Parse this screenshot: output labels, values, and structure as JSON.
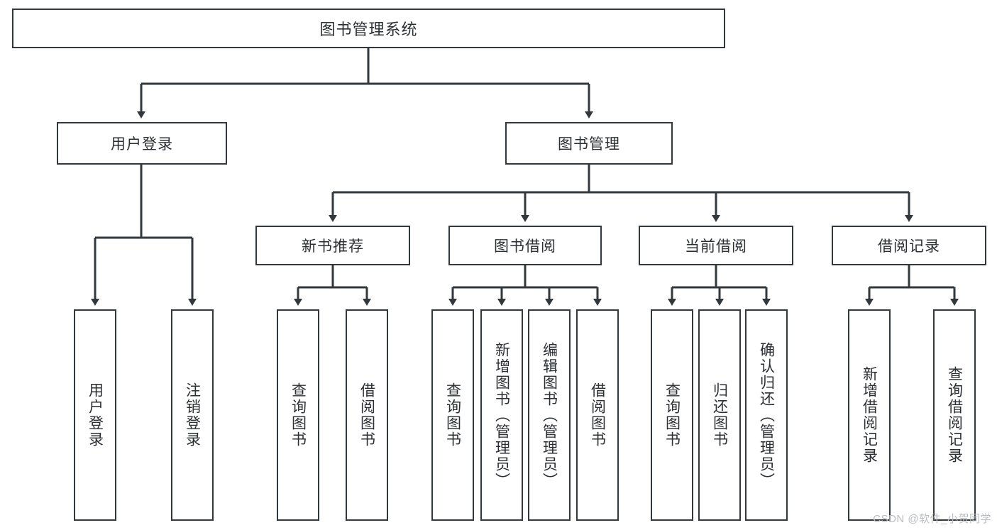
{
  "diagram": {
    "title_node": {
      "label": "图书管理系统"
    },
    "level2": [
      {
        "label": "用户登录"
      },
      {
        "label": "图书管理"
      }
    ],
    "level3": [
      {
        "label": "新书推荐"
      },
      {
        "label": "图书借阅"
      },
      {
        "label": "当前借阅"
      },
      {
        "label": "借阅记录"
      }
    ],
    "leaves": {
      "user_login": [
        {
          "label": "用户登录"
        },
        {
          "label": "注销登录"
        }
      ],
      "new_book_recommend": [
        {
          "label": "查询图书"
        },
        {
          "label": "借阅图书"
        }
      ],
      "book_borrow": [
        {
          "label": "查询图书"
        },
        {
          "label": "新增图书（管理员）"
        },
        {
          "label": "编辑图书（管理员）"
        },
        {
          "label": "借阅图书"
        }
      ],
      "current_borrow": [
        {
          "label": "查询图书"
        },
        {
          "label": "归还图书"
        },
        {
          "label": "确认归还（管理员）"
        }
      ],
      "borrow_record": [
        {
          "label": "新增借阅记录"
        },
        {
          "label": "查询借阅记录"
        }
      ]
    }
  },
  "watermark": {
    "text": "CSDN @软件_小贺同学"
  },
  "colors": {
    "border": "#33383d",
    "text": "#2b2f33",
    "background": "#ffffff",
    "watermark": "#b9bcc0"
  }
}
